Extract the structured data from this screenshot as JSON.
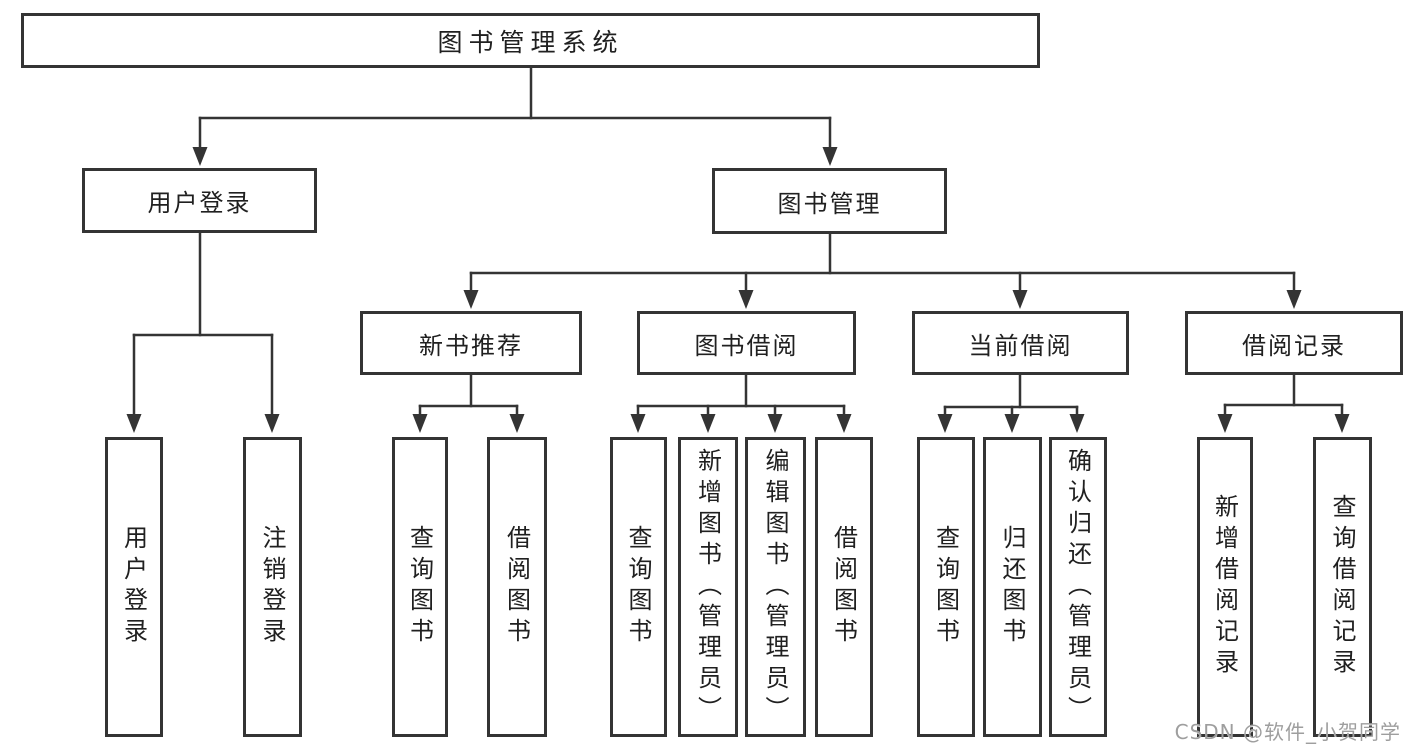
{
  "colors": {
    "line": "#343434",
    "box_border": "#343434",
    "text": "#202020",
    "watermark": "#9e9e9e",
    "background": "#ffffff"
  },
  "diagram": {
    "title": "图书管理系统",
    "branches": [
      {
        "label": "用户登录",
        "children": [
          "用户登录",
          "注销登录"
        ]
      },
      {
        "label": "图书管理",
        "children": [
          {
            "label": "新书推荐",
            "children": [
              "查询图书",
              "借阅图书"
            ]
          },
          {
            "label": "图书借阅",
            "children": [
              "查询图书",
              "新增图书（管理员）",
              "编辑图书（管理员）",
              "借阅图书"
            ]
          },
          {
            "label": "当前借阅",
            "children": [
              "查询图书",
              "归还图书",
              "确认归还（管理员）"
            ]
          },
          {
            "label": "借阅记录",
            "children": [
              "新增借阅记录",
              "查询借阅记录"
            ]
          }
        ]
      }
    ]
  },
  "watermark": "CSDN @软件_小贺同学"
}
